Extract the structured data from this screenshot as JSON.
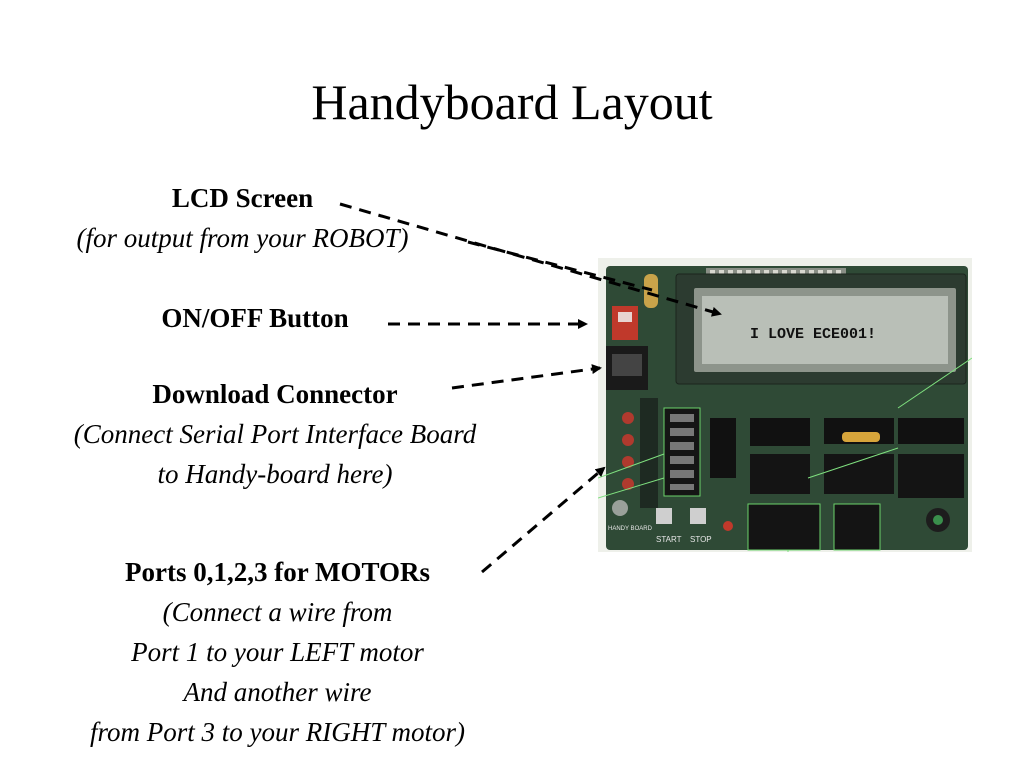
{
  "slide": {
    "title": "Handyboard Layout"
  },
  "labels": {
    "lcd": {
      "title": "LCD Screen",
      "subtitle": "(for output from your ROBOT)"
    },
    "onoff": {
      "title": "ON/OFF Button"
    },
    "download": {
      "title": "Download Connector",
      "line1": "(Connect Serial Port Interface Board",
      "line2": "to Handy-board here)"
    },
    "ports": {
      "title": "Ports 0,1,2,3 for MOTORs",
      "line1": "(Connect a wire from",
      "line2": "Port 1 to your LEFT motor",
      "line3": "And another wire",
      "line4": "from Port 3 to your RIGHT motor)"
    }
  },
  "board": {
    "lcd_text": "I LOVE ECE001!",
    "start_label": "START",
    "stop_label": "STOP",
    "brand_label": "HANDY BOARD"
  },
  "colors": {
    "pcb": "#2f4a36",
    "lcd": "#b9bfb7",
    "leader": "#000000"
  }
}
